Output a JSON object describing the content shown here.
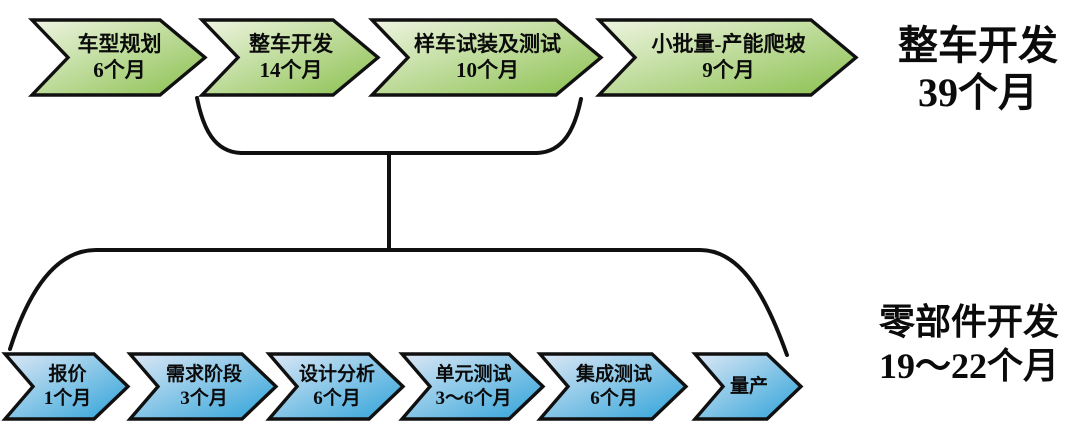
{
  "vehicle_track": {
    "label_line1": "整车开发",
    "label_line2": "39个月",
    "steps": [
      {
        "name": "车型规划",
        "duration": "6个月"
      },
      {
        "name": "整车开发",
        "duration": "14个月"
      },
      {
        "name": "样车试装及测试",
        "duration": "10个月"
      },
      {
        "name": "小批量-产能爬坡",
        "duration": "9个月"
      }
    ],
    "fill_light": "#eff5e2",
    "fill_dark": "#8ac04e",
    "border_color": "#101010"
  },
  "component_track": {
    "label_line1": "零部件开发",
    "label_line2": "19～22个月",
    "steps": [
      {
        "name": "报价",
        "duration": "1个月"
      },
      {
        "name": "需求阶段",
        "duration": "3个月"
      },
      {
        "name": "设计分析",
        "duration": "6个月"
      },
      {
        "name": "单元测试",
        "duration": "3～6个月"
      },
      {
        "name": "集成测试",
        "duration": "6个月"
      },
      {
        "name": "量产",
        "duration": ""
      }
    ],
    "fill_light": "#dde8f5",
    "fill_dark": "#2da2d9",
    "border_color": "#101010"
  }
}
